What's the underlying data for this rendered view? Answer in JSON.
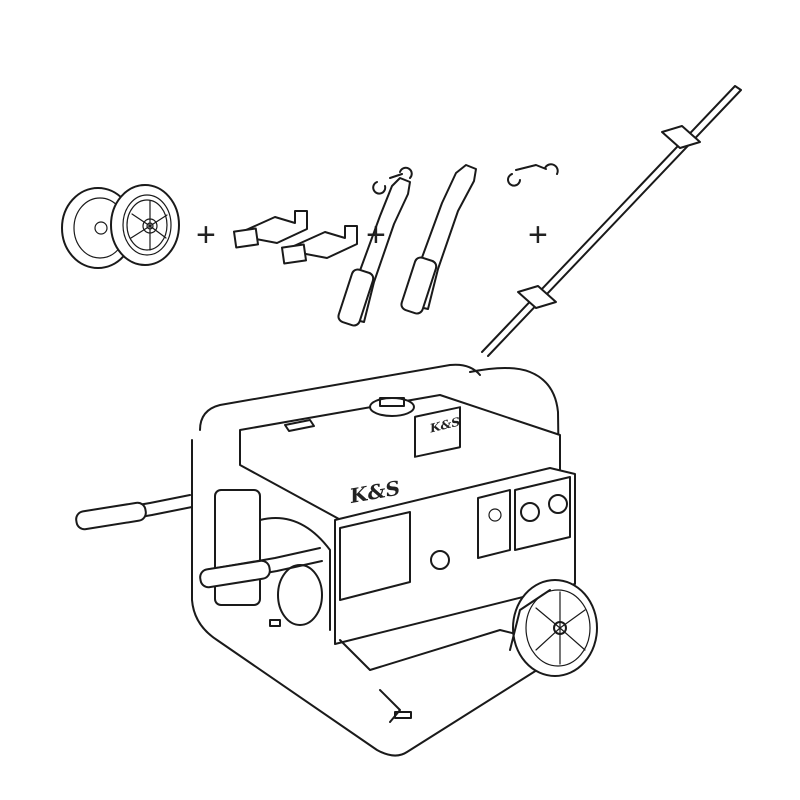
{
  "separators": [
    "+",
    "+",
    "+"
  ],
  "logo": {
    "brand": "K&S",
    "top_badge": "K&S"
  },
  "components": [
    "wheels",
    "support-feet",
    "handles",
    "axle-rod",
    "generator"
  ],
  "colors": {
    "line": "#1a1a1a",
    "background": "#ffffff"
  }
}
